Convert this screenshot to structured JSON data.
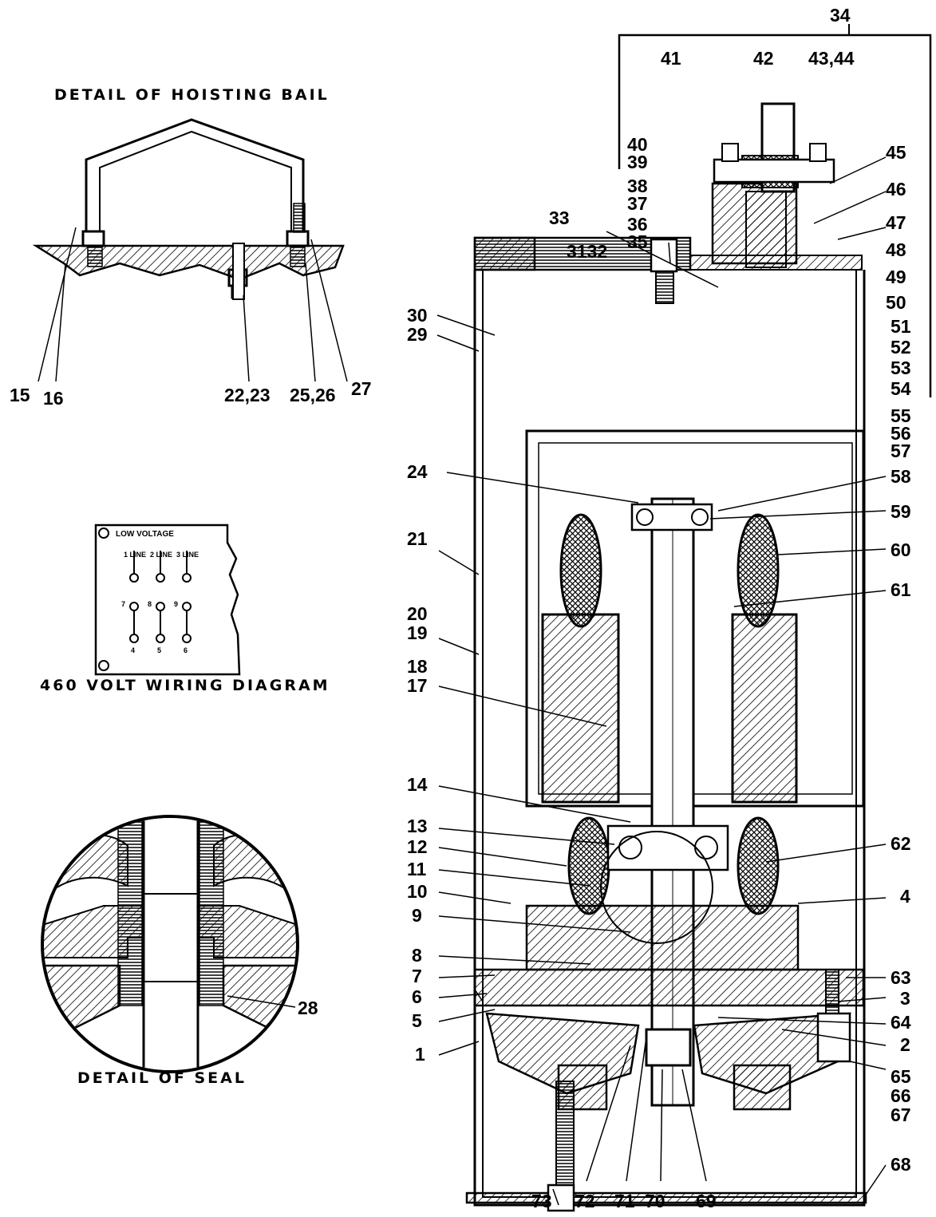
{
  "captions": {
    "hoisting_bail": "DETAIL OF HOISTING BAIL",
    "wiring": "460 VOLT WIRING DIAGRAM",
    "seal": "DETAIL OF SEAL"
  },
  "wiring_panel": {
    "title": "LOW VOLTAGE",
    "top_terminals": [
      "1 LINE",
      "2 LINE",
      "3 LINE"
    ],
    "middle_terminals": [
      "7",
      "8",
      "9"
    ],
    "bottom_terminals": [
      "4",
      "5",
      "6"
    ]
  },
  "bail_labels": [
    "15",
    "16",
    "22,23",
    "25,26",
    "27"
  ],
  "seal_labels": [
    "28"
  ],
  "assembly_labels": {
    "top": [
      "34",
      "41",
      "42",
      "43,44"
    ],
    "left": [
      "40",
      "39",
      "38",
      "37",
      "36",
      "35",
      "33",
      "3132",
      "30",
      "29",
      "24",
      "21",
      "20",
      "19",
      "18",
      "17",
      "14",
      "13",
      "12",
      "11",
      "10",
      "9",
      "8",
      "7",
      "6",
      "5",
      "1"
    ],
    "right": [
      "45",
      "46",
      "47",
      "48",
      "49",
      "50",
      "51",
      "52",
      "53",
      "54",
      "55",
      "56",
      "57",
      "58",
      "59",
      "60",
      "61",
      "62",
      "4",
      "63",
      "3",
      "64",
      "2",
      "65",
      "66",
      "67",
      "68"
    ],
    "bottom": [
      "73",
      "72",
      "71",
      "70",
      "69"
    ]
  },
  "colors": {
    "ink": "#000000",
    "paper": "#ffffff"
  }
}
